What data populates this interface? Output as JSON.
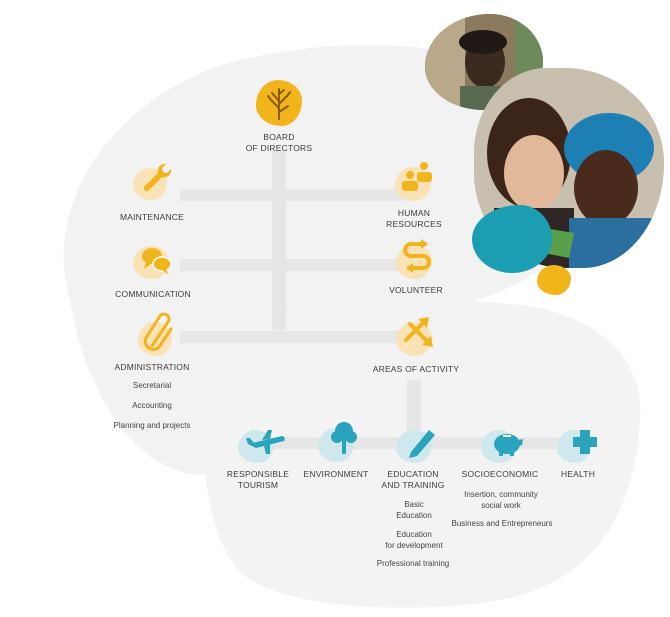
{
  "top": {
    "board": "BOARD\nOF DIRECTORS",
    "maintenance": "MAINTENANCE",
    "human_resources": "HUMAN\nRESOURCES",
    "communication": "COMMUNICATION",
    "volunteer": "VOLUNTEER",
    "administration": "ADMINISTRATION",
    "areas": "AREAS OF ACTIVITY"
  },
  "admin_items": [
    "Secretarial",
    "Accounting",
    "Planning and projects"
  ],
  "areas": {
    "tourism": "RESPONSIBLE\nTOURISM",
    "environment": "ENVIRONMENT",
    "education": "EDUCATION\nAND TRAINING",
    "socioeconomic": "SOCIOECONOMIC",
    "health": "HEALTH"
  },
  "education_items": [
    "Basic\nEducation",
    "Education\nfor development",
    "Professional training"
  ],
  "socio_items": [
    "Insertion, community\nsocial work",
    "Business and Entrepreneurs"
  ],
  "colors": {
    "yellow": "#f2b41b",
    "yellow_blob": "#f9e3b6",
    "teal": "#2aa3bd",
    "teal_blob": "#cfe8ee",
    "connector": "#e6e6e6",
    "background_shape": "#f2f2f2"
  },
  "icons": {
    "board": "tree-icon",
    "maintenance": "wrench-icon",
    "human_resources": "people-icon",
    "communication": "speech-bubbles-icon",
    "volunteer": "s-arrows-icon",
    "administration": "paperclip-icon",
    "areas": "crossing-arrows-icon",
    "tourism": "airplane-icon",
    "environment": "tree-icon",
    "education": "pencil-icon",
    "socioeconomic": "piggy-bank-icon",
    "health": "cross-icon"
  }
}
